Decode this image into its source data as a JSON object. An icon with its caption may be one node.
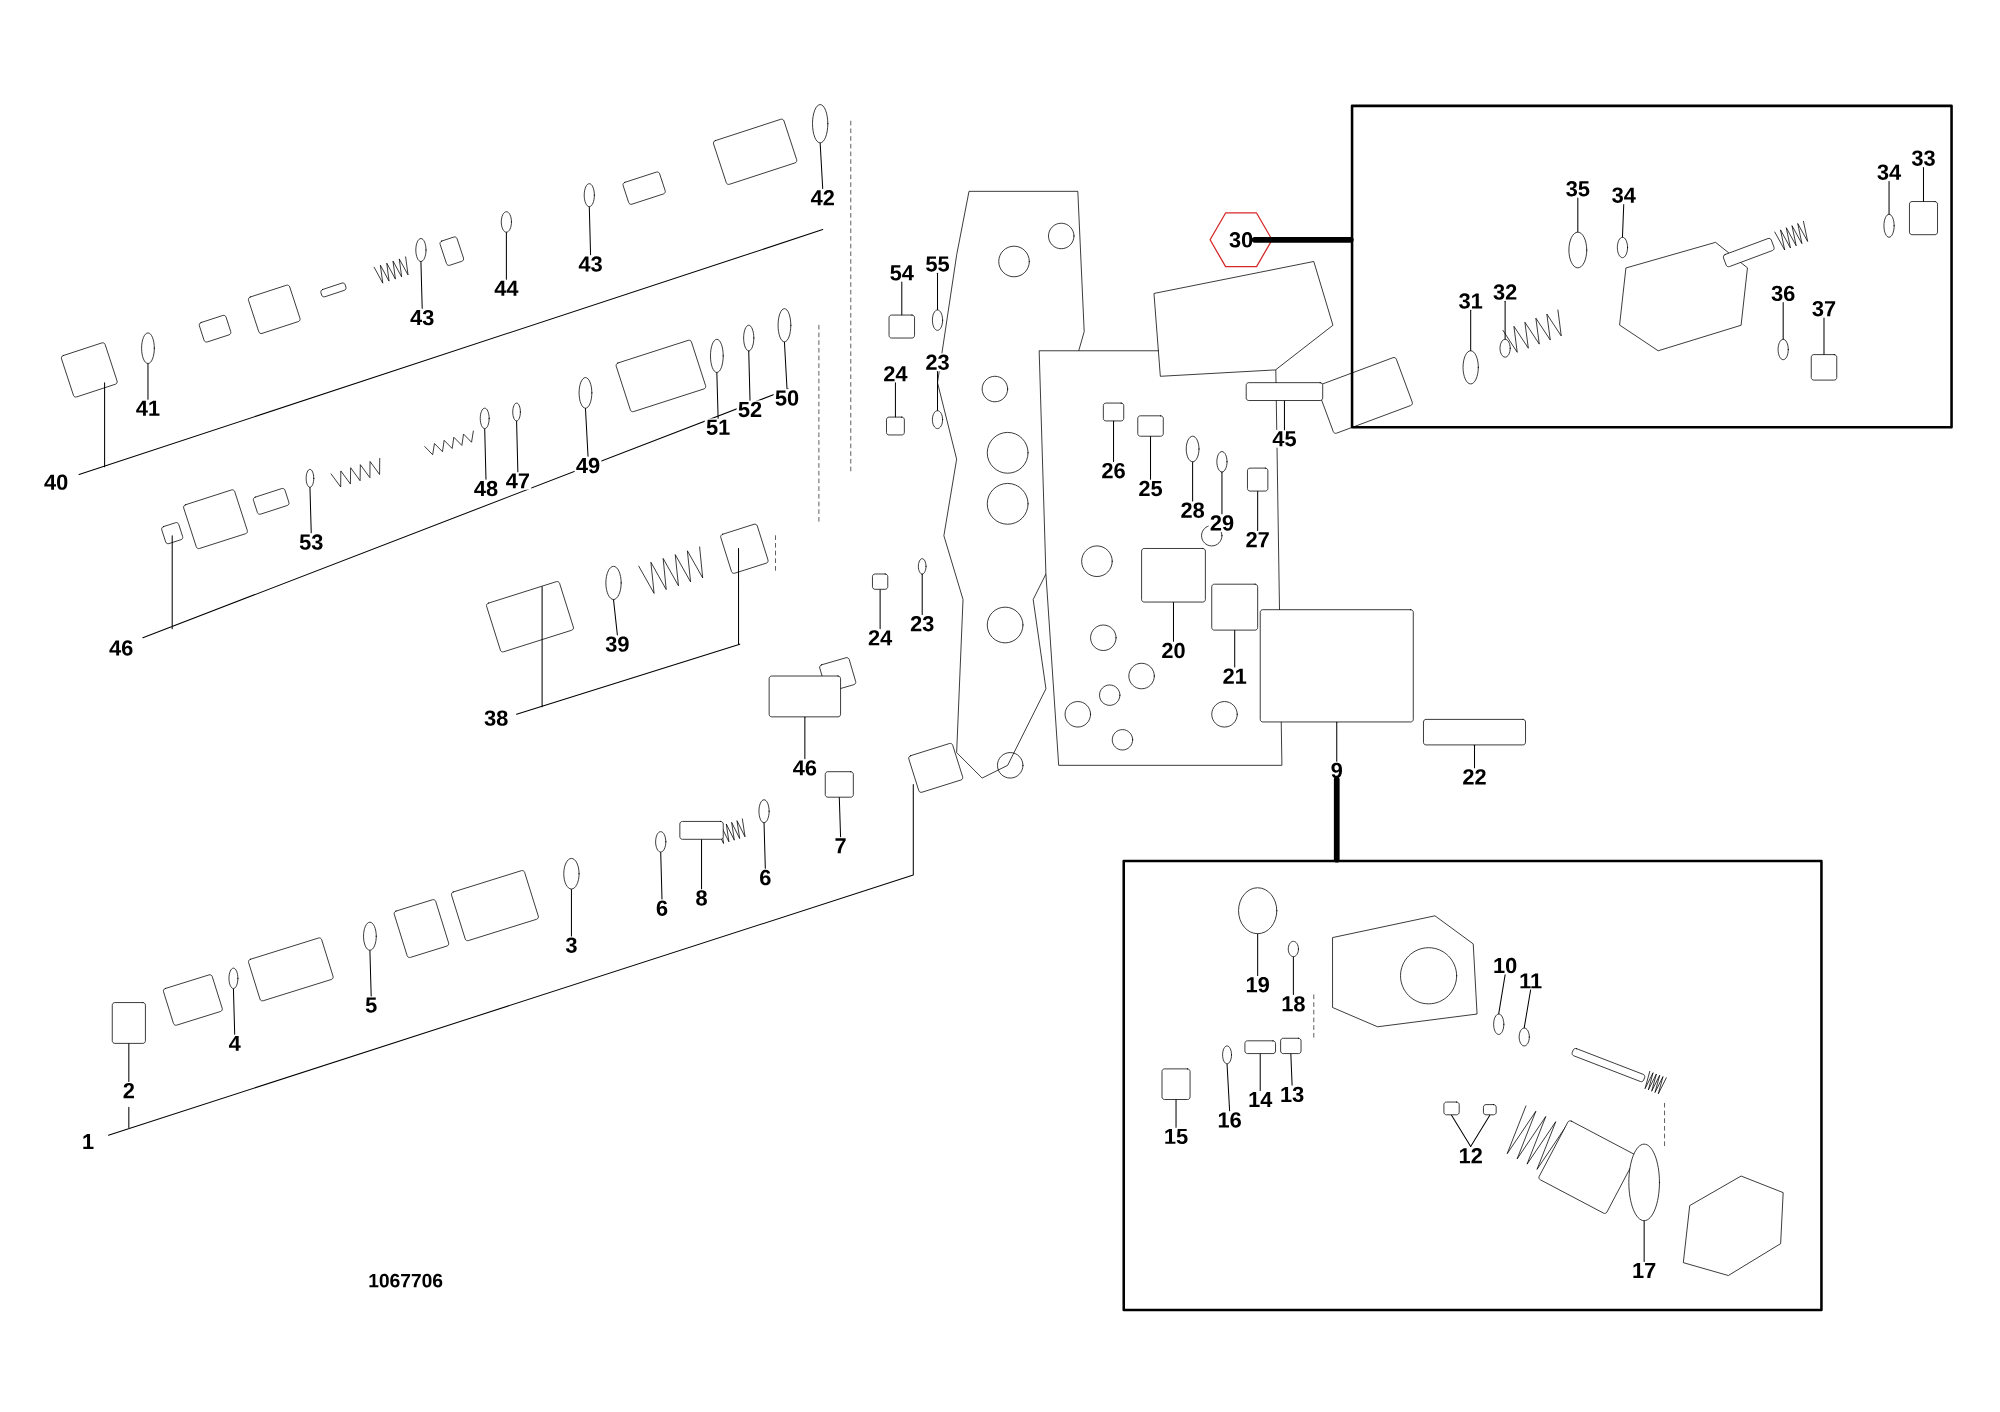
{
  "diagram": {
    "nodes": [
      {
        "text": [],
        "shape": "box"
      },
      {
        "text": [],
        "shape": "box"
      },
      {
        "text": [
          "42"
        ]
      },
      {
        "text": [
          "43"
        ]
      },
      {
        "text": [
          "44"
        ]
      },
      {
        "text": [
          "43"
        ]
      },
      {
        "text": [
          "41"
        ]
      },
      {
        "text": [
          "54"
        ]
      },
      {
        "text": [
          "55"
        ]
      },
      {
        "text": [
          "30"
        ]
      },
      {
        "text": [
          "35"
        ],
        "in": 0
      },
      {
        "text": [
          "34"
        ],
        "in": 0
      },
      {
        "text": [
          "34"
        ],
        "in": 0
      },
      {
        "text": [
          "33"
        ],
        "in": 0
      },
      {
        "text": [
          "31"
        ],
        "in": 0
      },
      {
        "text": [
          "32"
        ],
        "in": 0
      },
      {
        "text": [
          "36"
        ],
        "in": 0
      },
      {
        "text": [
          "37"
        ],
        "in": 0
      },
      {
        "text": [
          "24"
        ]
      },
      {
        "text": [
          "23"
        ]
      },
      {
        "text": [
          "50"
        ]
      },
      {
        "text": [
          "52"
        ]
      },
      {
        "text": [
          "51"
        ]
      },
      {
        "text": [
          "49"
        ]
      },
      {
        "text": [
          "47"
        ]
      },
      {
        "text": [
          "48"
        ]
      },
      {
        "text": [
          "45"
        ]
      },
      {
        "text": [
          "26"
        ]
      },
      {
        "text": [
          "25"
        ]
      },
      {
        "text": [
          "28"
        ]
      },
      {
        "text": [
          "29"
        ]
      },
      {
        "text": [
          "27"
        ]
      },
      {
        "text": [
          "53"
        ]
      },
      {
        "text": [
          "39"
        ]
      },
      {
        "text": [
          "24"
        ]
      },
      {
        "text": [
          "23"
        ]
      },
      {
        "text": [
          "20"
        ]
      },
      {
        "text": [
          "21"
        ]
      },
      {
        "text": [
          "46"
        ]
      },
      {
        "text": [
          "9"
        ]
      },
      {
        "text": [
          "22"
        ]
      },
      {
        "text": [
          "7"
        ]
      },
      {
        "text": [
          "6"
        ]
      },
      {
        "text": [
          "8"
        ]
      },
      {
        "text": [
          "6"
        ]
      },
      {
        "text": [
          "3"
        ]
      },
      {
        "text": [
          "5"
        ]
      },
      {
        "text": [
          "4"
        ]
      },
      {
        "text": [
          "2"
        ]
      },
      {
        "text": [
          "19"
        ],
        "in": 1
      },
      {
        "text": [
          "18"
        ],
        "in": 1
      },
      {
        "text": [
          "10"
        ],
        "in": 1
      },
      {
        "text": [
          "11"
        ],
        "in": 1
      },
      {
        "text": [
          "15"
        ],
        "in": 1
      },
      {
        "text": [
          "16"
        ],
        "in": 1
      },
      {
        "text": [
          "14"
        ],
        "in": 1
      },
      {
        "text": [
          "13"
        ],
        "in": 1
      },
      {
        "text": [
          "12"
        ],
        "in": 1
      },
      {
        "text": [
          "17"
        ],
        "in": 1
      },
      {
        "text": [],
        "shape": "circle"
      },
      {
        "text": [],
        "shape": "circle"
      },
      {
        "text": [],
        "shape": "circle"
      },
      {
        "text": [],
        "shape": "circle"
      },
      {
        "text": [],
        "shape": "circle"
      },
      {
        "text": [],
        "shape": "box"
      },
      {
        "text": [],
        "shape": "circle"
      },
      {
        "text": [],
        "shape": "circle",
        "in": 0
      },
      {
        "text": [],
        "shape": "circle",
        "in": 0
      },
      {
        "text": [],
        "shape": "circle",
        "in": 0
      },
      {
        "text": [],
        "shape": "box",
        "in": 0
      },
      {
        "text": [],
        "shape": "circle",
        "in": 0
      },
      {
        "text": [],
        "shape": "circle",
        "in": 0
      },
      {
        "text": [],
        "shape": "circle",
        "in": 0
      },
      {
        "text": [],
        "shape": "box",
        "in": 0
      },
      {
        "text": [],
        "shape": "box"
      },
      {
        "text": [],
        "shape": "circle"
      },
      {
        "text": [],
        "shape": "circle"
      },
      {
        "text": [],
        "shape": "circle"
      },
      {
        "text": [],
        "shape": "circle"
      },
      {
        "text": [],
        "shape": "circle"
      },
      {
        "text": [],
        "shape": "circle"
      },
      {
        "text": [],
        "shape": "circle"
      },
      {
        "text": [],
        "shape": "box"
      },
      {
        "text": [],
        "shape": "box"
      },
      {
        "text": [],
        "shape": "box"
      },
      {
        "text": [],
        "shape": "circle"
      },
      {
        "text": [],
        "shape": "circle"
      },
      {
        "text": [],
        "shape": "box"
      },
      {
        "text": [],
        "shape": "circle"
      },
      {
        "text": [],
        "shape": "circle"
      },
      {
        "text": [],
        "shape": "box"
      },
      {
        "text": [],
        "shape": "circle"
      },
      {
        "text": [],
        "shape": "box"
      },
      {
        "text": [],
        "shape": "box"
      },
      {
        "text": [],
        "shape": "box"
      },
      {
        "text": [],
        "shape": "box"
      },
      {
        "text": [],
        "shape": "box"
      },
      {
        "text": [],
        "shape": "box"
      },
      {
        "text": [],
        "shape": "circle"
      },
      {
        "text": [],
        "shape": "box"
      },
      {
        "text": [],
        "shape": "circle"
      },
      {
        "text": [],
        "shape": "circle"
      },
      {
        "text": [],
        "shape": "circle"
      },
      {
        "text": [],
        "shape": "circle"
      },
      {
        "text": [],
        "shape": "box"
      },
      {
        "text": [],
        "shape": "circle",
        "in": 1
      },
      {
        "text": [],
        "shape": "circle",
        "in": 1
      },
      {
        "text": [],
        "shape": "circle",
        "in": 1
      },
      {
        "text": [],
        "shape": "circle",
        "in": 1
      },
      {
        "text": [],
        "shape": "box",
        "in": 1
      },
      {
        "text": [],
        "shape": "circle",
        "in": 1
      },
      {
        "text": [],
        "shape": "box",
        "in": 1
      },
      {
        "text": [],
        "shape": "box",
        "in": 1
      },
      {
        "text": [],
        "shape": "box",
        "in": 1
      },
      {
        "text": [],
        "shape": "box",
        "in": 1
      },
      {
        "text": [],
        "shape": "circle",
        "in": 1
      }
    ],
    "edges": [
      {
        "from": 2,
        "to": 59,
        "arrow": "none"
      },
      {
        "from": 3,
        "to": 60,
        "arrow": "none"
      },
      {
        "from": 4,
        "to": 61,
        "arrow": "none"
      },
      {
        "from": 5,
        "to": 62,
        "arrow": "none"
      },
      {
        "from": 6,
        "to": 63,
        "arrow": "none"
      },
      {
        "from": 7,
        "to": 64,
        "arrow": "none"
      },
      {
        "from": 8,
        "to": 65,
        "arrow": "none"
      },
      {
        "from": 9,
        "to": 0,
        "arrow": "none",
        "style": "thick"
      },
      {
        "from": 10,
        "to": 66,
        "arrow": "none"
      },
      {
        "from": 11,
        "to": 67,
        "arrow": "none"
      },
      {
        "from": 12,
        "to": 68,
        "arrow": "none"
      },
      {
        "from": 13,
        "to": 69,
        "arrow": "none"
      },
      {
        "from": 14,
        "to": 70,
        "arrow": "none"
      },
      {
        "from": 15,
        "to": 71,
        "arrow": "none"
      },
      {
        "from": 16,
        "to": 72,
        "arrow": "none"
      },
      {
        "from": 17,
        "to": 73,
        "arrow": "none"
      },
      {
        "from": 18,
        "to": 74,
        "arrow": "none"
      },
      {
        "from": 19,
        "to": 75,
        "arrow": "none"
      },
      {
        "from": 20,
        "to": 76,
        "arrow": "none"
      },
      {
        "from": 21,
        "to": 77,
        "arrow": "none"
      },
      {
        "from": 22,
        "to": 78,
        "arrow": "none"
      },
      {
        "from": 23,
        "to": 79,
        "arrow": "none"
      },
      {
        "from": 24,
        "to": 80,
        "arrow": "none"
      },
      {
        "from": 25,
        "to": 81,
        "arrow": "none"
      },
      {
        "from": 26,
        "to": 82,
        "arrow": "none"
      },
      {
        "from": 27,
        "to": 83,
        "arrow": "none"
      },
      {
        "from": 28,
        "to": 84,
        "arrow": "none"
      },
      {
        "from": 29,
        "to": 85,
        "arrow": "none"
      },
      {
        "from": 30,
        "to": 86,
        "arrow": "none"
      },
      {
        "from": 31,
        "to": 87,
        "arrow": "none"
      },
      {
        "from": 32,
        "to": 88,
        "arrow": "none"
      },
      {
        "from": 33,
        "to": 89,
        "arrow": "none"
      },
      {
        "from": 34,
        "to": 90,
        "arrow": "none"
      },
      {
        "from": 35,
        "to": 91,
        "arrow": "none"
      },
      {
        "from": 36,
        "to": 92,
        "arrow": "none"
      },
      {
        "from": 37,
        "to": 93,
        "arrow": "none"
      },
      {
        "from": 38,
        "to": 94,
        "arrow": "none"
      },
      {
        "from": 39,
        "to": 95,
        "arrow": "none"
      },
      {
        "from": 39,
        "to": 1,
        "arrow": "none",
        "style": "thick"
      },
      {
        "from": 40,
        "to": 96,
        "arrow": "none"
      },
      {
        "from": 41,
        "to": 97,
        "arrow": "none"
      },
      {
        "from": 42,
        "to": 98,
        "arrow": "none"
      },
      {
        "from": 43,
        "to": 99,
        "arrow": "none"
      },
      {
        "from": 44,
        "to": 100,
        "arrow": "none"
      },
      {
        "from": 45,
        "to": 101,
        "arrow": "none"
      },
      {
        "from": 46,
        "to": 102,
        "arrow": "none"
      },
      {
        "from": 47,
        "to": 103,
        "arrow": "none"
      },
      {
        "from": 48,
        "to": 104,
        "arrow": "none"
      },
      {
        "from": 49,
        "to": 105,
        "arrow": "none"
      },
      {
        "from": 50,
        "to": 106,
        "arrow": "none"
      },
      {
        "from": 51,
        "to": 107,
        "arrow": "none"
      },
      {
        "from": 52,
        "to": 108,
        "arrow": "none"
      },
      {
        "from": 53,
        "to": 109,
        "arrow": "none"
      },
      {
        "from": 54,
        "to": 110,
        "arrow": "none"
      },
      {
        "from": 55,
        "to": 111,
        "arrow": "none"
      },
      {
        "from": 56,
        "to": 112,
        "arrow": "none"
      },
      {
        "from": 57,
        "to": 113,
        "arrow": "none"
      },
      {
        "from": 57,
        "to": 114,
        "arrow": "none"
      },
      {
        "from": 58,
        "to": 115,
        "arrow": "none"
      }
    ],
    "labels": [
      "40",
      "46",
      "38",
      "1",
      "1067706"
    ]
  }
}
